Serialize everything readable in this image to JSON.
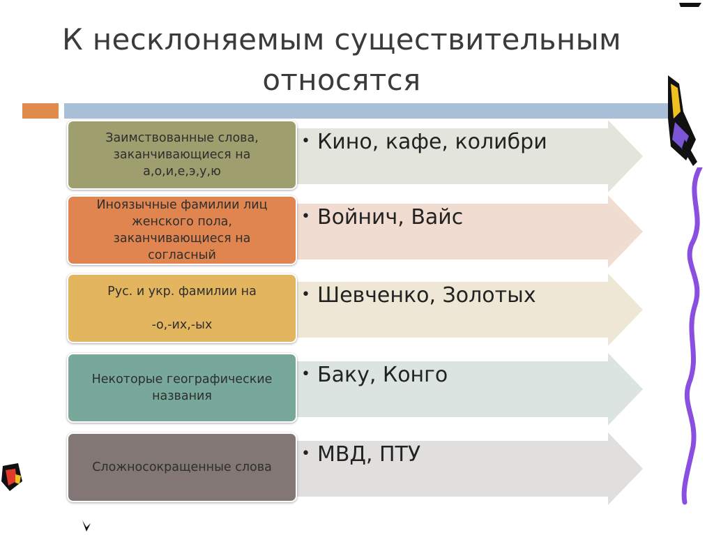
{
  "slide": {
    "title_line1": "К несклоняемым существительным",
    "title_line2": "относятся"
  },
  "rows": [
    {
      "category": "Заимствованные слова,\nзаканчивающиеся на\nа,о,и,е,э,у,ю",
      "examples": "Кино, кафе, колибри",
      "box_color": "#9e9e6f",
      "arrow_color": "#e3e4dc"
    },
    {
      "category": "Иноязычные фамилии лиц\nженского пола,\nзаканчивающиеся на\nсогласный",
      "examples": "Войнич, Вайс",
      "box_color": "#e08550",
      "arrow_color": "#f1dcd2"
    },
    {
      "category": "Рус. и укр. фамилии на\n\n-о,-их,-ых",
      "examples": "Шевченко, Золотых",
      "box_color": "#e4b55f",
      "arrow_color": "#efe7d6"
    },
    {
      "category": "Некоторые географические\nназвания",
      "examples": "Баку, Конго",
      "box_color": "#77a899",
      "arrow_color": "#dbe4e1"
    },
    {
      "category": "Сложносокращенные слова",
      "examples": "МВД, ПТУ",
      "box_color": "#827774",
      "arrow_color": "#e0dfde"
    }
  ],
  "bullet_symbol": "•",
  "colors": {
    "title": "#3b3b3b",
    "accent_orange": "#e08a4e",
    "accent_blue": "#a9bfd7",
    "decoration_purple": "#8a4fe0"
  }
}
